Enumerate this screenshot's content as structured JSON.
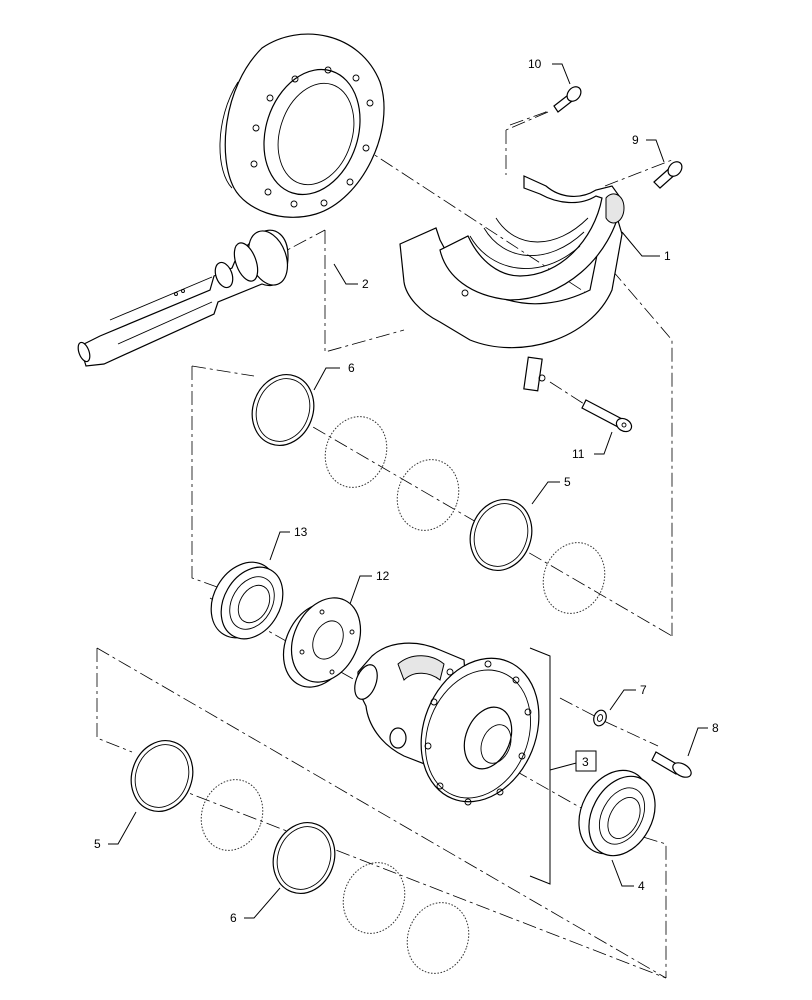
{
  "callouts": {
    "c1": "1",
    "c2": "2",
    "c3": "3",
    "c4": "4",
    "c5a": "5",
    "c5b": "5",
    "c6a": "6",
    "c6b": "6",
    "c7": "7",
    "c8": "8",
    "c9": "9",
    "c10": "10",
    "c11": "11",
    "c12": "12",
    "c13": "13"
  }
}
